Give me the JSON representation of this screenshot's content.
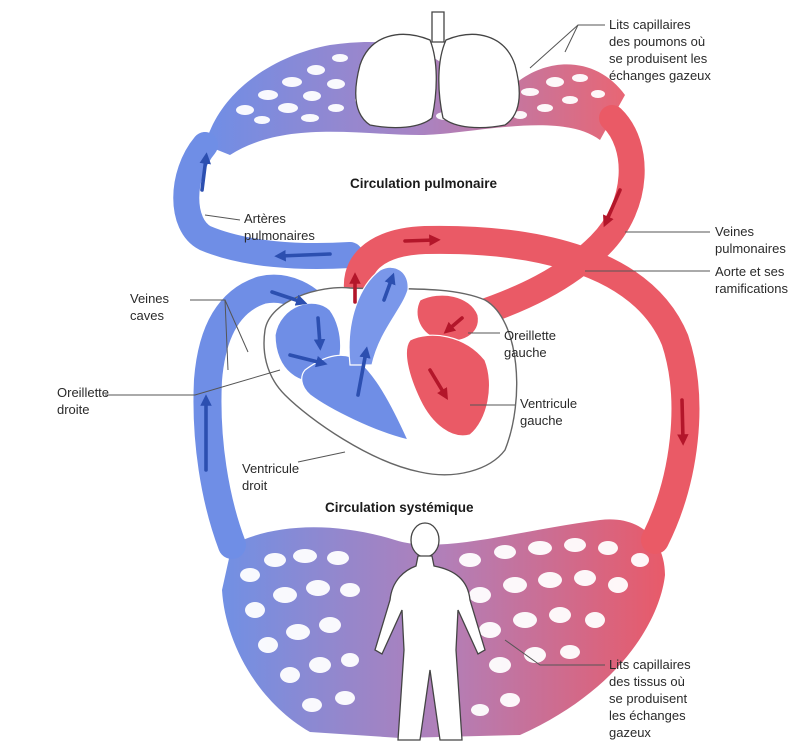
{
  "titles": {
    "pulmonary": "Circulation pulmonaire",
    "systemic": "Circulation systémique"
  },
  "labels": {
    "lung_capillaries": "Lits capillaires\ndes poumons où\nse produisent les\néchanges gazeux",
    "pulmonary_arteries": "Artères\npulmonaires",
    "pulmonary_veins": "Veines\npulmonaires",
    "aorta": "Aorte et ses\nramifications",
    "venae_cavae": "Veines\ncaves",
    "left_atrium": "Oreillette\ngauche",
    "right_atrium": "Oreillette\ndroite",
    "left_ventricle": "Ventricule\ngauche",
    "right_ventricle": "Ventricule\ndroit",
    "tissue_capillaries": "Lits capillaires\ndes tissus où\nse produisent\nles échanges\ngazeux"
  },
  "colors": {
    "oxygen_poor": "#6f8ee6",
    "oxygen_rich": "#ea5a66",
    "arrow_blue": "#2c4fb0",
    "arrow_red": "#b3162a",
    "leader_line": "#555555"
  }
}
